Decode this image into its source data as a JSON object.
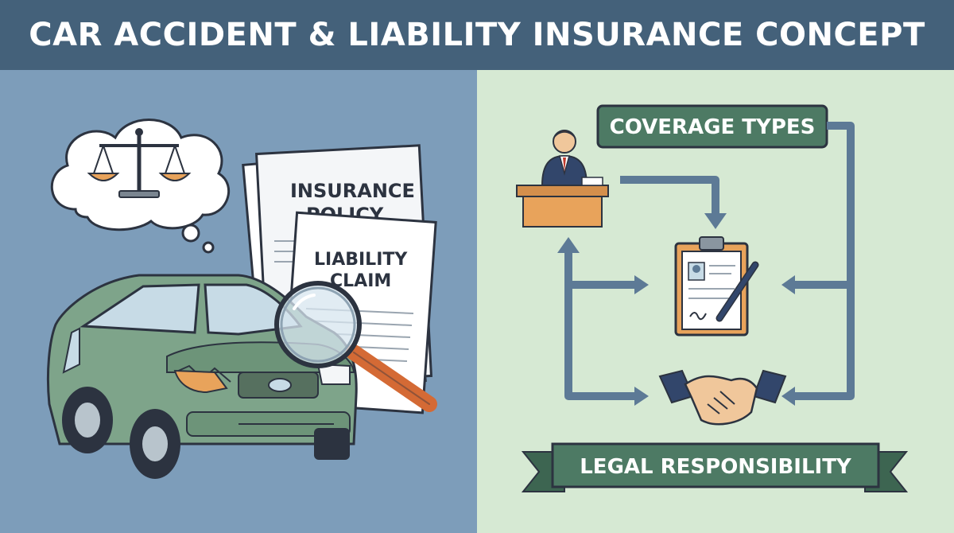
{
  "header": {
    "title": "CAR ACCIDENT & LIABILITY INSURANCE CONCEPT"
  },
  "left_panel": {
    "documents": {
      "policy_line1": "INSURANCE",
      "policy_line2": "POLICY",
      "claim_line1": "LIABILITY",
      "claim_line2": "CLAIM"
    },
    "thought_icon": "scales-of-justice-icon",
    "car_icon": "damaged-car-icon",
    "magnifier_icon": "magnifying-glass-icon"
  },
  "right_panel": {
    "coverage_label": "COVERAGE TYPES",
    "legal_label": "LEGAL RESPONSIBILITY",
    "icons": [
      "lawyer-at-desk-icon",
      "clipboard-contract-icon",
      "handshake-icon"
    ]
  },
  "colors": {
    "header_bg": "#44617a",
    "left_bg": "#7d9dba",
    "right_bg": "#d6e9d3",
    "ribbon_green": "#4d7a64",
    "arrow_blue": "#5d7a96",
    "car_green": "#7ea48a",
    "magnifier_handle": "#d46a35"
  }
}
